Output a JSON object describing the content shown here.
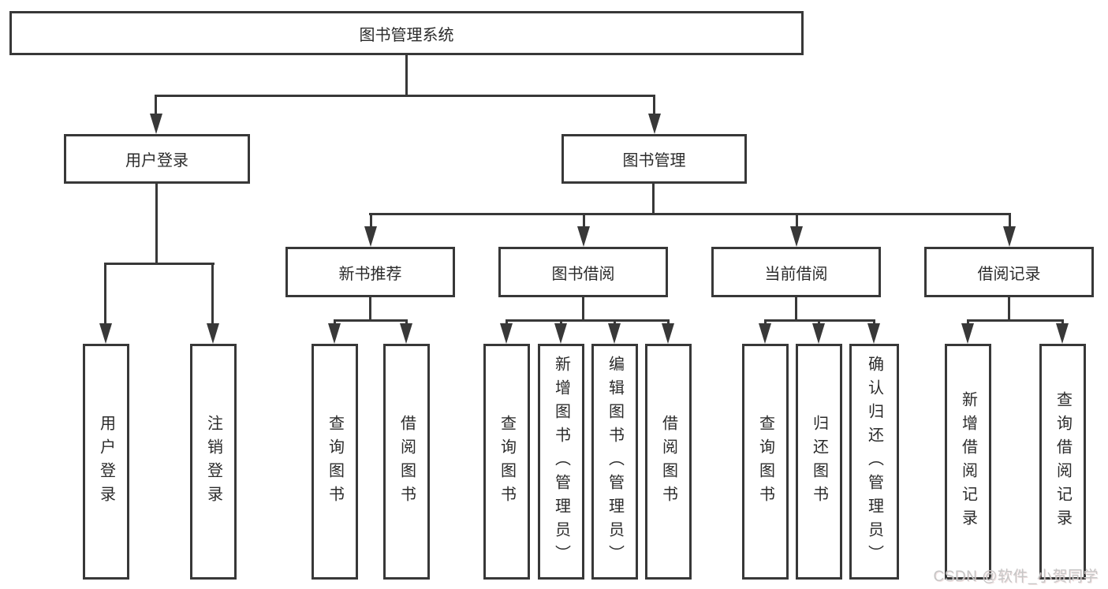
{
  "diagram": {
    "root": {
      "label": "图书管理系统"
    },
    "level2": [
      {
        "label": "用户登录"
      },
      {
        "label": "图书管理"
      }
    ],
    "level3": [
      {
        "label": "新书推荐"
      },
      {
        "label": "图书借阅"
      },
      {
        "label": "当前借阅"
      },
      {
        "label": "借阅记录"
      }
    ],
    "leaves": {
      "user_login": [
        "用户登录",
        "注销登录"
      ],
      "new_books": [
        "查询图书",
        "借阅图书"
      ],
      "book_borrow": [
        "查询图书",
        "新增图书（管理员）",
        "编辑图书（管理员）",
        "借阅图书"
      ],
      "current_borrow": [
        "查询图书",
        "归还图书",
        "确认归还（管理员）"
      ],
      "borrow_records": [
        "新增借阅记录",
        "查询借阅记录"
      ]
    }
  },
  "watermark": "CSDN @软件_小贺同学",
  "colors": {
    "line": "#383838",
    "text": "#2b2b2b",
    "watermark": "#c6c6c6",
    "background": "#ffffff"
  }
}
